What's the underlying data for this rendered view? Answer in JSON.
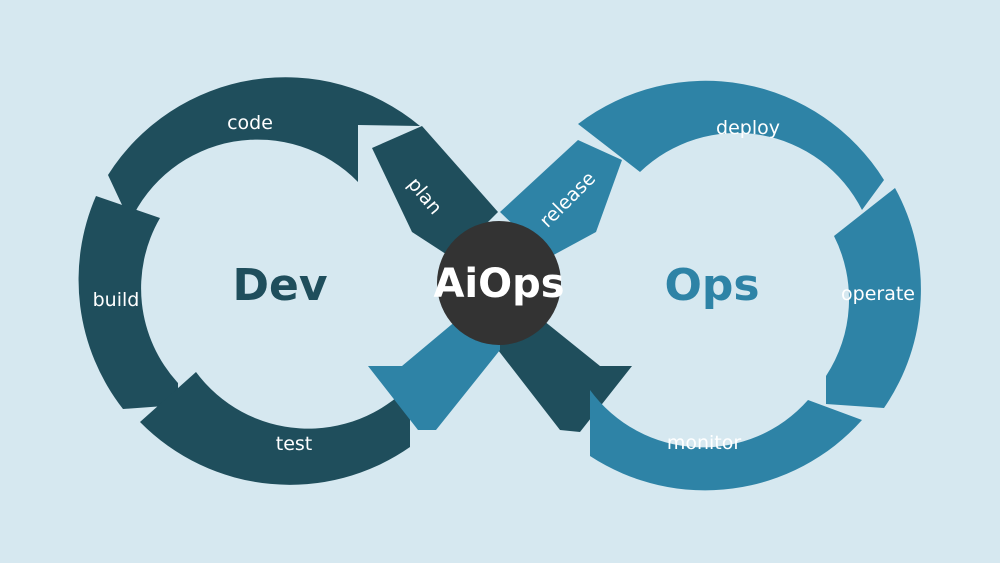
{
  "diagram": {
    "dev_label": "Dev",
    "ops_label": "Ops",
    "hub_label": "AiOps",
    "dev_stages": [
      "code",
      "build",
      "test",
      "plan"
    ],
    "ops_stages": [
      "deploy",
      "operate",
      "monitor",
      "release"
    ]
  },
  "colors": {
    "background": "#d6e8f0",
    "dev": "#1f4e5c",
    "ops": "#2e83a6",
    "hub": "#333333",
    "text_light": "#ffffff"
  }
}
